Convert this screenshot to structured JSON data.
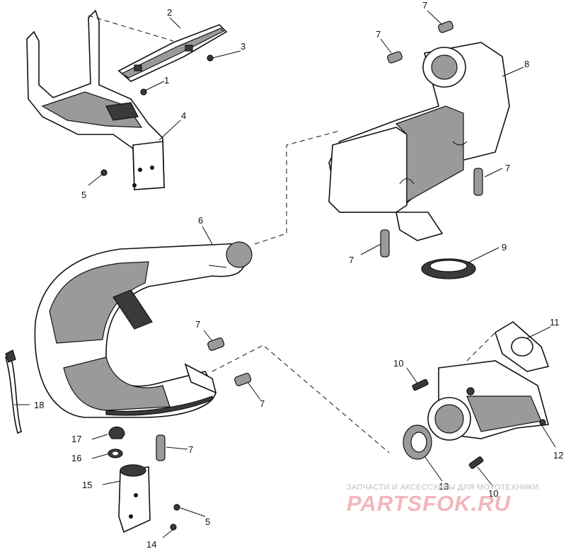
{
  "callouts": [
    {
      "id": "c1",
      "label": "1"
    },
    {
      "id": "c2",
      "label": "2"
    },
    {
      "id": "c3",
      "label": "3"
    },
    {
      "id": "c4",
      "label": "4"
    },
    {
      "id": "c5a",
      "label": "5"
    },
    {
      "id": "c5b",
      "label": "5"
    },
    {
      "id": "c6",
      "label": "6"
    },
    {
      "id": "c7a",
      "label": "7"
    },
    {
      "id": "c7b",
      "label": "7"
    },
    {
      "id": "c7c",
      "label": "7"
    },
    {
      "id": "c7d",
      "label": "7"
    },
    {
      "id": "c7e",
      "label": "7"
    },
    {
      "id": "c7f",
      "label": "7"
    },
    {
      "id": "c7g",
      "label": "7"
    },
    {
      "id": "c8",
      "label": "8"
    },
    {
      "id": "c9",
      "label": "9"
    },
    {
      "id": "c10a",
      "label": "10"
    },
    {
      "id": "c10b",
      "label": "10"
    },
    {
      "id": "c11",
      "label": "11"
    },
    {
      "id": "c12",
      "label": "12"
    },
    {
      "id": "c13",
      "label": "13"
    },
    {
      "id": "c14",
      "label": "14"
    },
    {
      "id": "c15",
      "label": "15"
    },
    {
      "id": "c16",
      "label": "16"
    },
    {
      "id": "c17",
      "label": "17"
    },
    {
      "id": "c18",
      "label": "18"
    }
  ],
  "watermark": {
    "tagline": "ЗАПЧАСТИ И АКСЕССУАРЫ ДЛЯ МОТОТЕХНИКИ",
    "logo": "PARTSFOK.RU",
    "color": "#f2b7bb"
  }
}
